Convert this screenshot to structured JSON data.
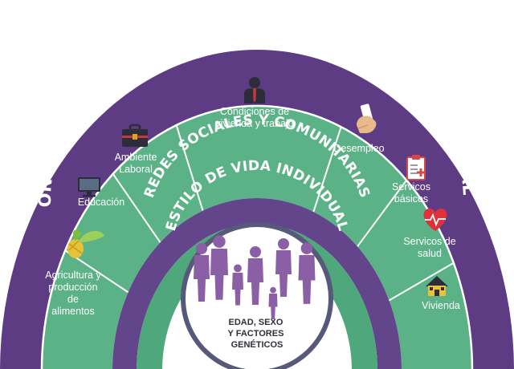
{
  "colors": {
    "outer_purple": "#5e3c83",
    "green": "#5bb287",
    "green_dark": "#4fa77c",
    "mid_purple": "#62458a",
    "core_ring": "#56597a",
    "silhouette": "#8a5fa6",
    "divider": "#ffffff"
  },
  "layers": {
    "outer": "CONDICIONES SOCIO - ECONOMICAS, CULTURALES Y AMBIENTALES",
    "social": "REDES SOCIALES Y COMUNITARIAS",
    "individual": "ESTILO DE VIDA INDIVIDUAL"
  },
  "segments": [
    {
      "lines": [
        "Agricultura y",
        "producción",
        "de",
        "alimentos"
      ],
      "icon": "plant-icon"
    },
    {
      "lines": [
        "Educación"
      ],
      "icon": "monitor-icon"
    },
    {
      "lines": [
        "Ambiente",
        "Laboral"
      ],
      "icon": "briefcase-icon"
    },
    {
      "lines": [
        "Condiciones de",
        "vivienda y trabajo"
      ],
      "icon": "worker-icon"
    },
    {
      "lines": [
        "Desempleo"
      ],
      "icon": "hand-document-icon"
    },
    {
      "lines": [
        "Servicos",
        "básicos"
      ],
      "icon": "clipboard-medical-icon"
    },
    {
      "lines": [
        "Servicos de",
        "salud"
      ],
      "icon": "heart-pulse-icon"
    },
    {
      "lines": [
        "Vivienda"
      ],
      "icon": "house-icon"
    }
  ],
  "core": {
    "lines": [
      "EDAD, SEXO",
      "Y FACTORES",
      "GENÉTICOS"
    ],
    "icon": "people-silhouettes-icon"
  }
}
